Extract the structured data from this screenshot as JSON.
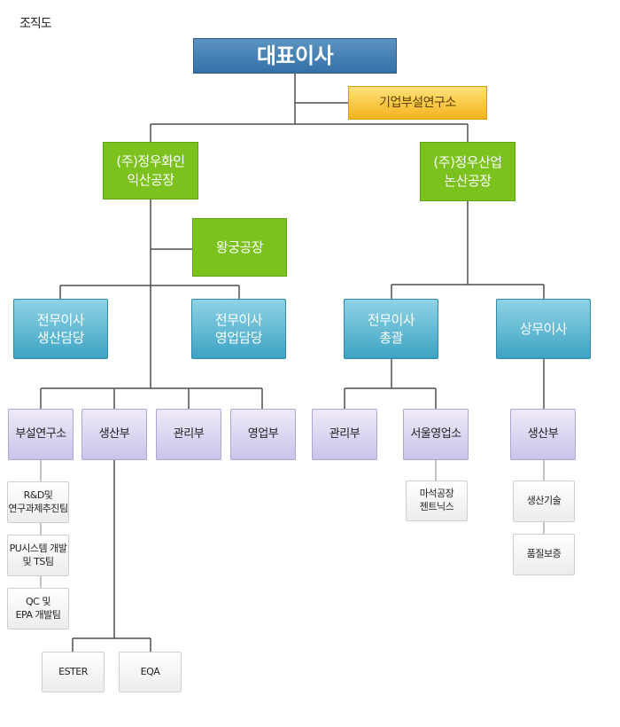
{
  "page": {
    "title": "조직도"
  },
  "chart": {
    "ceo": "대표이사",
    "lab": "기업부설연구소",
    "company_left": {
      "line1": "(주)정우화인",
      "line2": "익산공장"
    },
    "company_right": {
      "line1": "(주)정우산업",
      "line2": "논산공장"
    },
    "wanggung": "왕궁공장",
    "exec_prod": {
      "line1": "전무이사",
      "line2": "생산담당"
    },
    "exec_sales": {
      "line1": "전무이사",
      "line2": "영업담당"
    },
    "exec_general": {
      "line1": "전무이사",
      "line2": "총괄"
    },
    "managing_director": "상무이사",
    "dept_research": "부설연구소",
    "dept_production": "생산부",
    "dept_admin_left": "관리부",
    "dept_sales": "영업부",
    "dept_admin_right": "관리부",
    "dept_seoul_sales": "서울영업소",
    "dept_production_right": "생산부",
    "team_rnd": {
      "line1": "R&D및",
      "line2": "연구과제추진팀"
    },
    "team_pu": {
      "line1": "PU시스템 개발",
      "line2": "및 TS팀"
    },
    "team_qc": {
      "line1": "QC 및",
      "line2": "EPA 개발팀"
    },
    "team_ester": "ESTER",
    "team_eqa": "EQA",
    "team_maseok": {
      "line1": "마석공장",
      "line2": "젠트닉스"
    },
    "team_prod_tech": "생산기술",
    "team_quality": "품질보증"
  }
}
